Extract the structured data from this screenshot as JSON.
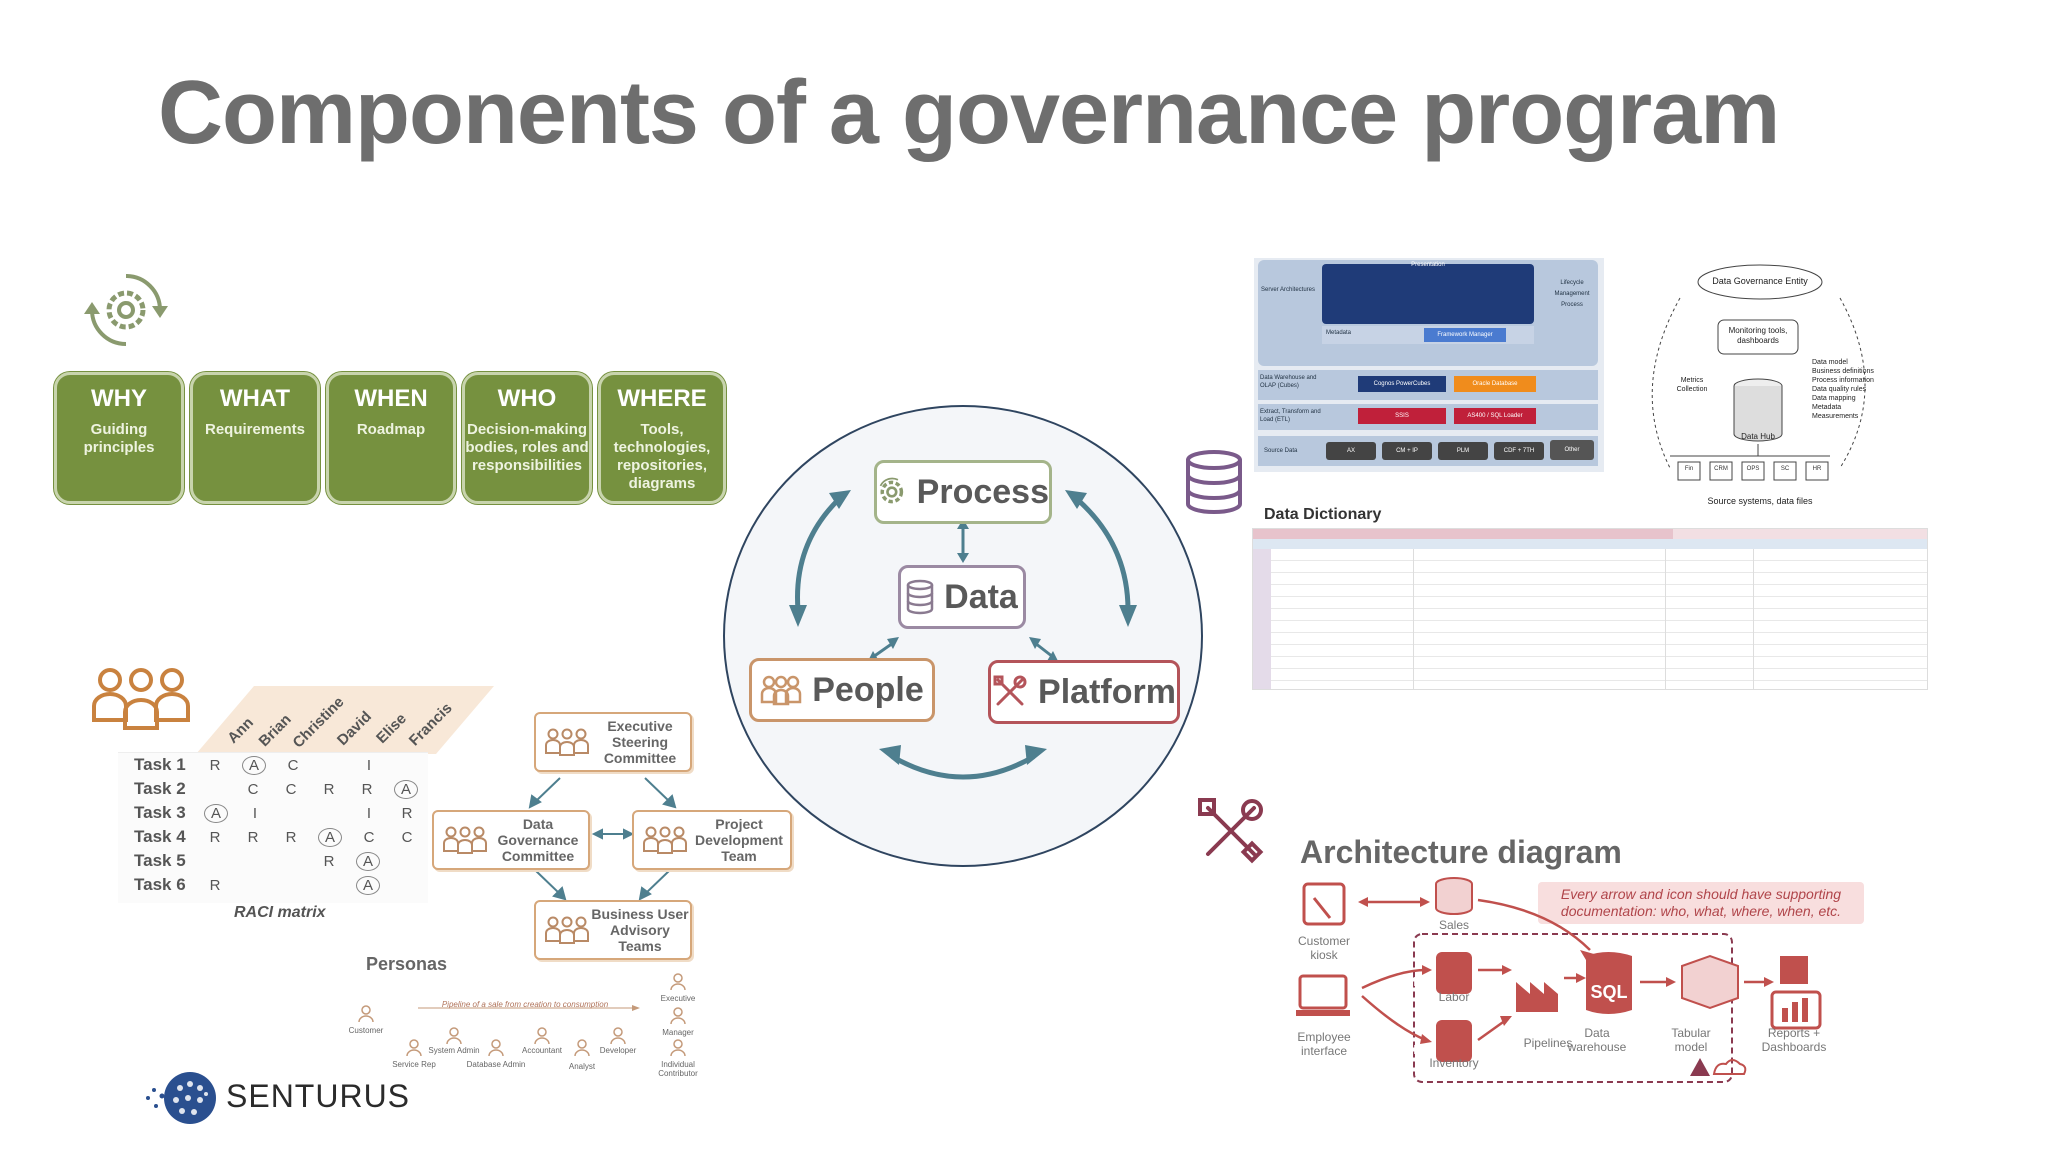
{
  "title": "Components of a governance program",
  "pillars": [
    {
      "heading": "WHY",
      "desc": "Guiding principles"
    },
    {
      "heading": "WHAT",
      "desc": "Requirements"
    },
    {
      "heading": "WHEN",
      "desc": "Roadmap"
    },
    {
      "heading": "WHO",
      "desc": "Decision-making bodies, roles and responsibilities"
    },
    {
      "heading": "WHERE",
      "desc": "Tools, technologies, repositories, diagrams"
    }
  ],
  "center": {
    "process": "Process",
    "data": "Data",
    "people": "People",
    "platform": "Platform"
  },
  "raci": {
    "people": [
      "Ann",
      "Brian",
      "Christine",
      "David",
      "Elise",
      "Francis"
    ],
    "tasks": [
      {
        "name": "Task 1",
        "cells": [
          "R",
          "A",
          "C",
          "",
          "I",
          ""
        ]
      },
      {
        "name": "Task 2",
        "cells": [
          "",
          "C",
          "C",
          "R",
          "R",
          "A"
        ]
      },
      {
        "name": "Task 3",
        "cells": [
          "A",
          "I",
          "",
          "",
          "I",
          "R"
        ]
      },
      {
        "name": "Task 4",
        "cells": [
          "R",
          "R",
          "R",
          "A",
          "C",
          "C"
        ]
      },
      {
        "name": "Task 5",
        "cells": [
          "",
          "",
          "",
          "R",
          "A",
          ""
        ]
      },
      {
        "name": "Task 6",
        "cells": [
          "R",
          "",
          "",
          "",
          "A",
          ""
        ]
      }
    ],
    "caption": "RACI matrix"
  },
  "committees": {
    "executive": "Executive Steering Committee",
    "dgc": "Data Governance Committee",
    "pdt": "Project Development Team",
    "buat": "Business User Advisory Teams"
  },
  "personas": {
    "title": "Personas",
    "pipeline": "Pipeline of a sale from creation to consumption",
    "customer": "Customer",
    "service_rep": "Service Rep",
    "system_admin": "System Admin",
    "database_admin": "Database Admin",
    "accountant": "Accountant",
    "analyst": "Analyst",
    "developer": "Developer",
    "executive": "Executive",
    "manager": "Manager",
    "individual_contributor": "Individual Contributor"
  },
  "logo_text": "SENTURUS",
  "bi_stack": {
    "presentation": "Presentation",
    "server_arch": "Server Architectures",
    "lifecycle": "Lifecycle Management Process",
    "metadata": "Metadata",
    "framework_manager": "Framework Manager",
    "dw_olap": "Data Warehouse and OLAP (Cubes)",
    "cognos_powercubes": "Cognos PowerCubes",
    "oracle_database": "Oracle Database",
    "etl": "Extract, Transform and Load (ETL)",
    "ssis": "SSIS",
    "as400": "AS400 / SQL Loader",
    "source_data": "Source Data",
    "ax": "AX",
    "crm": "CM + IP",
    "plm": "PLM",
    "cdf": "CDF + 7TH",
    "other": "Other"
  },
  "governance_entity": {
    "entity": "Data Governance Entity",
    "monitoring": "Monitoring tools, dashboards",
    "metrics": "Metrics Collection",
    "hub": "Data Hub",
    "hub_contents": [
      "Data model",
      "Business definitions",
      "Process information",
      "Data quality rules",
      "Data mapping",
      "Metadata",
      "Measurements"
    ],
    "sources": [
      "Fin",
      "CRM",
      "OPS",
      "SC",
      "HR"
    ],
    "sources_caption": "Source systems, data files"
  },
  "data_dictionary": {
    "title": "Data Dictionary"
  },
  "architecture": {
    "title": "Architecture diagram",
    "note": "Every arrow and icon should have supporting documentation: who, what, where, when, etc.",
    "customer_kiosk": "Customer kiosk",
    "employee_interface": "Employee interface",
    "sales": "Sales",
    "labor": "Labor",
    "inventory": "Inventory",
    "pipelines": "Pipelines",
    "data_warehouse": "Data warehouse",
    "tabular_model": "Tabular model",
    "reports": "Reports + Dashboards",
    "sql": "SQL"
  },
  "colors": {
    "pillar_green": "#76913f",
    "process_border": "#a4b48a",
    "data_border": "#9b8aa3",
    "people_border": "#c9956a",
    "platform_border": "#b4545a",
    "arrow_teal": "#4e7f8f",
    "arch_red": "#c0504d",
    "title_gray": "#6e6e6e"
  }
}
